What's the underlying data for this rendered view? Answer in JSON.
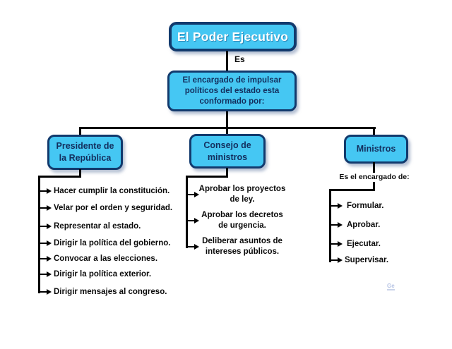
{
  "diagram": {
    "title": "El Poder Ejecutivo",
    "edge_label": "Es",
    "description": "El encargado de impulsar políticos del estado esta conformado por:"
  },
  "branches": {
    "presidente": {
      "label": "Presidente de la República",
      "items": [
        "Hacer cumplir la constitución.",
        "Velar por el orden y seguridad.",
        "Representar al estado.",
        "Dirigir la política del gobierno.",
        "Convocar a las elecciones.",
        "Dirigir la política exterior.",
        "Dirigir mensajes al congreso."
      ]
    },
    "consejo": {
      "label": "Consejo de ministros",
      "items": [
        "Aprobar los proyectos de ley.",
        "Aprobar los decretos de urgencia.",
        "Deliberar asuntos de intereses públicos."
      ]
    },
    "ministros": {
      "label": "Ministros",
      "sub_label": "Es el encargado de:",
      "items": [
        "Formular.",
        "Aprobar.",
        "Ejecutar.",
        "Supervisar."
      ]
    }
  },
  "watermark": "Ge",
  "colors": {
    "node_fill": "#45c7f3",
    "node_border": "#123a6d",
    "title_text": "#ffffff",
    "node_text": "#132f5e",
    "line": "#000000",
    "body_text": "#0a0a0a"
  }
}
